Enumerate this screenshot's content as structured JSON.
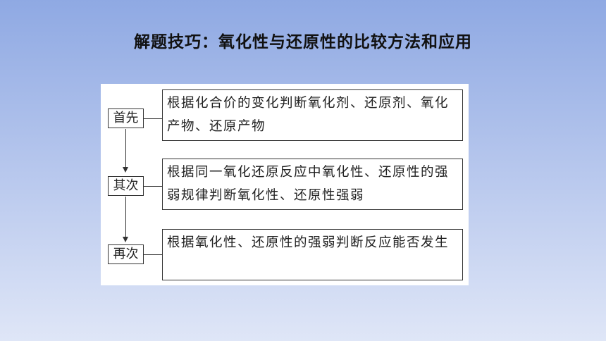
{
  "title": "解题技巧：氧化性与还原性的比较方法和应用",
  "steps": [
    {
      "label": "首先",
      "text": "根据化合价的变化判断氧化剂、还原剂、氧化产物、还原产物"
    },
    {
      "label": "其次",
      "text": "根据同一氧化还原反应中氧化性、还原性的强弱规律判断氧化性、还原性强弱"
    },
    {
      "label": "再次",
      "text": "根据氧化性、还原性的强弱判断反应能否发生"
    }
  ]
}
